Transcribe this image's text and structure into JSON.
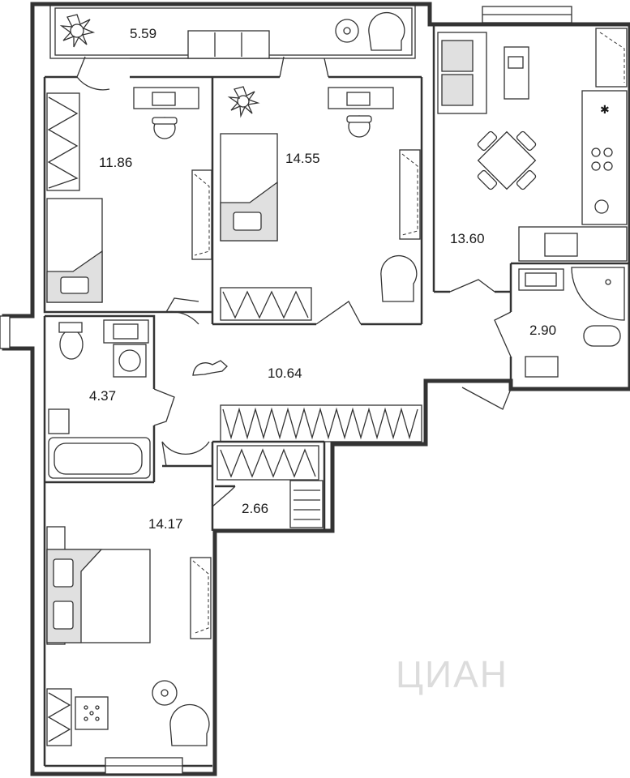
{
  "plan": {
    "rooms": [
      {
        "id": "balcony",
        "area": "5.59"
      },
      {
        "id": "bedroom-1",
        "area": "11.86"
      },
      {
        "id": "bedroom-2",
        "area": "14.55"
      },
      {
        "id": "kitchen",
        "area": "13.60"
      },
      {
        "id": "bathroom-2",
        "area": "2.90"
      },
      {
        "id": "hallway",
        "area": "10.64"
      },
      {
        "id": "bathroom-1",
        "area": "4.37"
      },
      {
        "id": "closet",
        "area": "2.66"
      },
      {
        "id": "bedroom-3",
        "area": "14.17"
      }
    ],
    "watermark": "ЦИАН"
  }
}
